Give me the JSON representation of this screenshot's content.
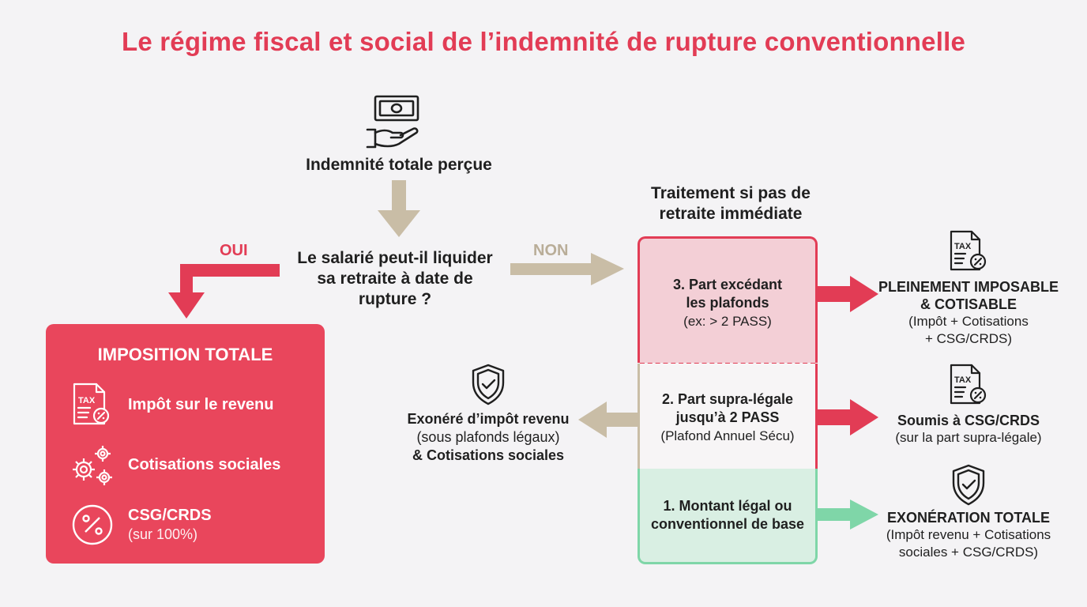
{
  "title": "Le régime fiscal et social de l’indemnité de rupture conventionnelle",
  "start": {
    "label": "Indemnité totale perçue",
    "icon": "money-hand-icon"
  },
  "question": {
    "line1": "Le salarié peut-il liquider",
    "line2": "sa retraite à date de",
    "line3": "rupture ?"
  },
  "branches": {
    "yes": "OUI",
    "no": "NON"
  },
  "left_box": {
    "title": "IMPOSITION TOTALE",
    "items": [
      {
        "label": "Impôt sur le revenu",
        "icon": "tax-document-icon"
      },
      {
        "label": "Cotisations sociales",
        "icon": "gears-icon"
      },
      {
        "label": "CSG/CRDS",
        "sub": "(sur 100%)",
        "icon": "percent-circle-icon"
      }
    ]
  },
  "treatment": {
    "line1": "Traitement si pas de",
    "line2": "retraite immédiate"
  },
  "parts": {
    "part3": {
      "line1": "3. Part excédant",
      "line2": "les plafonds",
      "sub": "(ex: > 2 PASS)"
    },
    "part2": {
      "line1": "2. Part supra-légale",
      "line2": "jusqu’à 2 PASS",
      "sub": "(Plafond Annuel Sécu)"
    },
    "part1": {
      "line1": "1. Montant légal ou",
      "line2": "conventionnel de base"
    }
  },
  "exempt_left": {
    "line1": "Exonéré d’impôt revenu",
    "line2": "(sous plafonds légaux)",
    "line3_prefix": "& ",
    "line3": "Cotisations sociales",
    "icon": "shield-check-icon"
  },
  "results": {
    "r3": {
      "line1": "PLEINEMENT IMPOSABLE",
      "line2": "& COTISABLE",
      "sub1": "(Impôt + Cotisations",
      "sub2": "+ CSG/CRDS)",
      "icon": "tax-document-icon"
    },
    "r2": {
      "line1": "Soumis à CSG/CRDS",
      "sub1": "(sur la part supra-légale)",
      "icon": "tax-document-icon"
    },
    "r1": {
      "line1": "EXONÉRATION TOTALE",
      "sub1": "(Impôt revenu + Cotisations",
      "sub2": "sociales + CSG/CRDS)",
      "icon": "shield-check-icon"
    }
  },
  "tax_icon_text": "TAX",
  "colors": {
    "red": "#e23c55",
    "beige": "#c9bda6",
    "green": "#7fd6a8"
  }
}
